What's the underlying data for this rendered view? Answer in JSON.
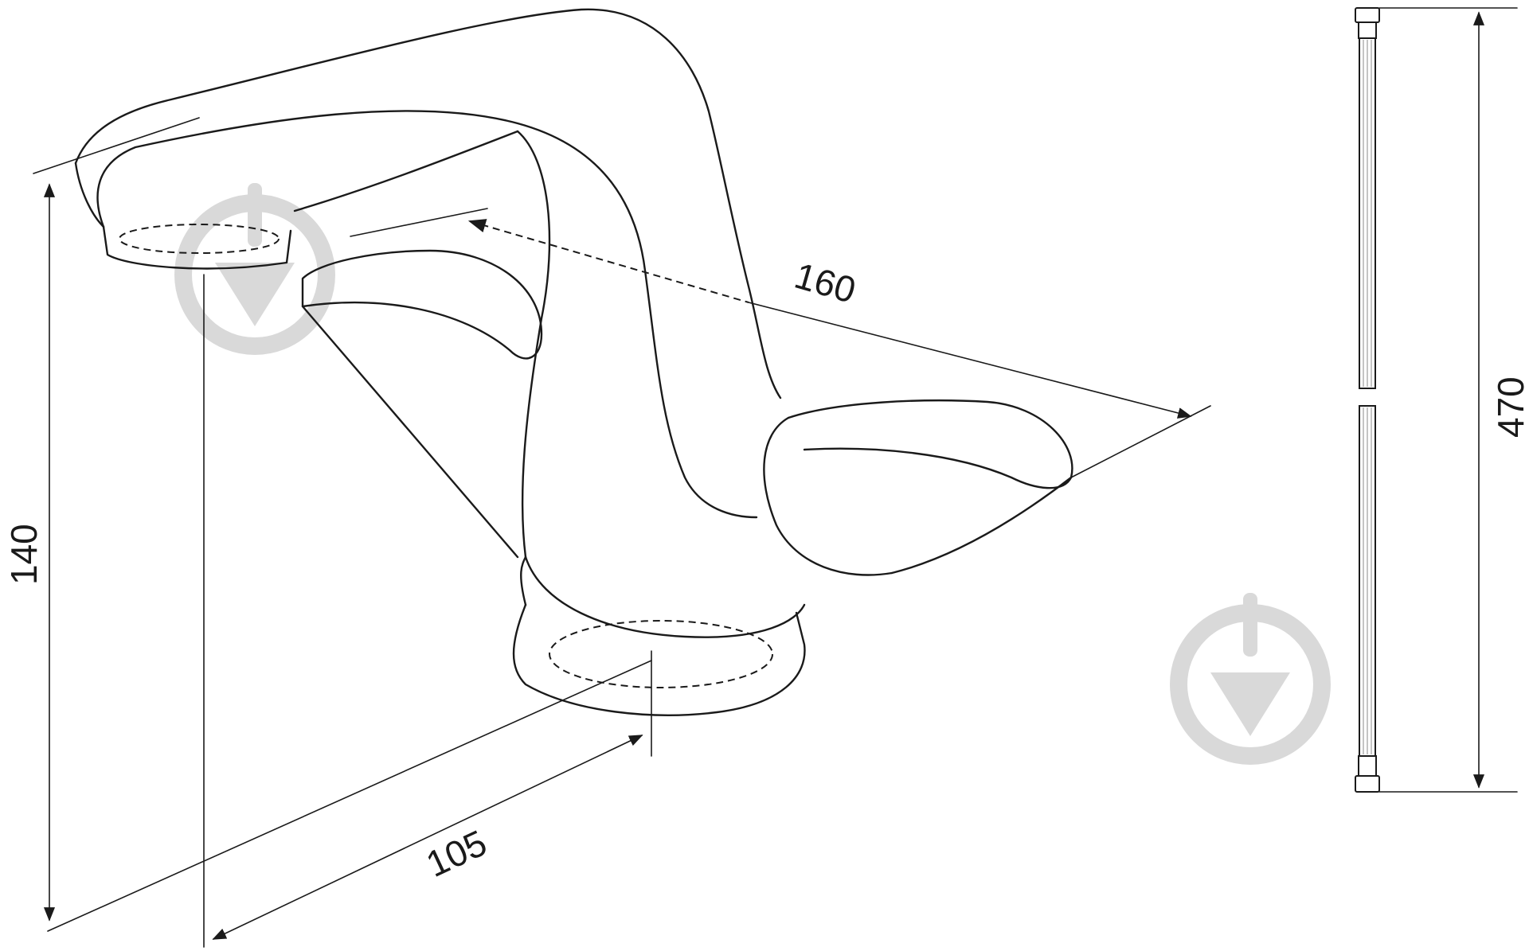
{
  "dimensions": {
    "width_label": "105",
    "height_label": "140",
    "spout_reach_label": "160",
    "hose_length_label": "470"
  },
  "watermark": {
    "icon": "drop-logo-icon",
    "color": "#d9d9d9"
  },
  "colors": {
    "line": "#1a1a1a",
    "background": "#ffffff"
  }
}
